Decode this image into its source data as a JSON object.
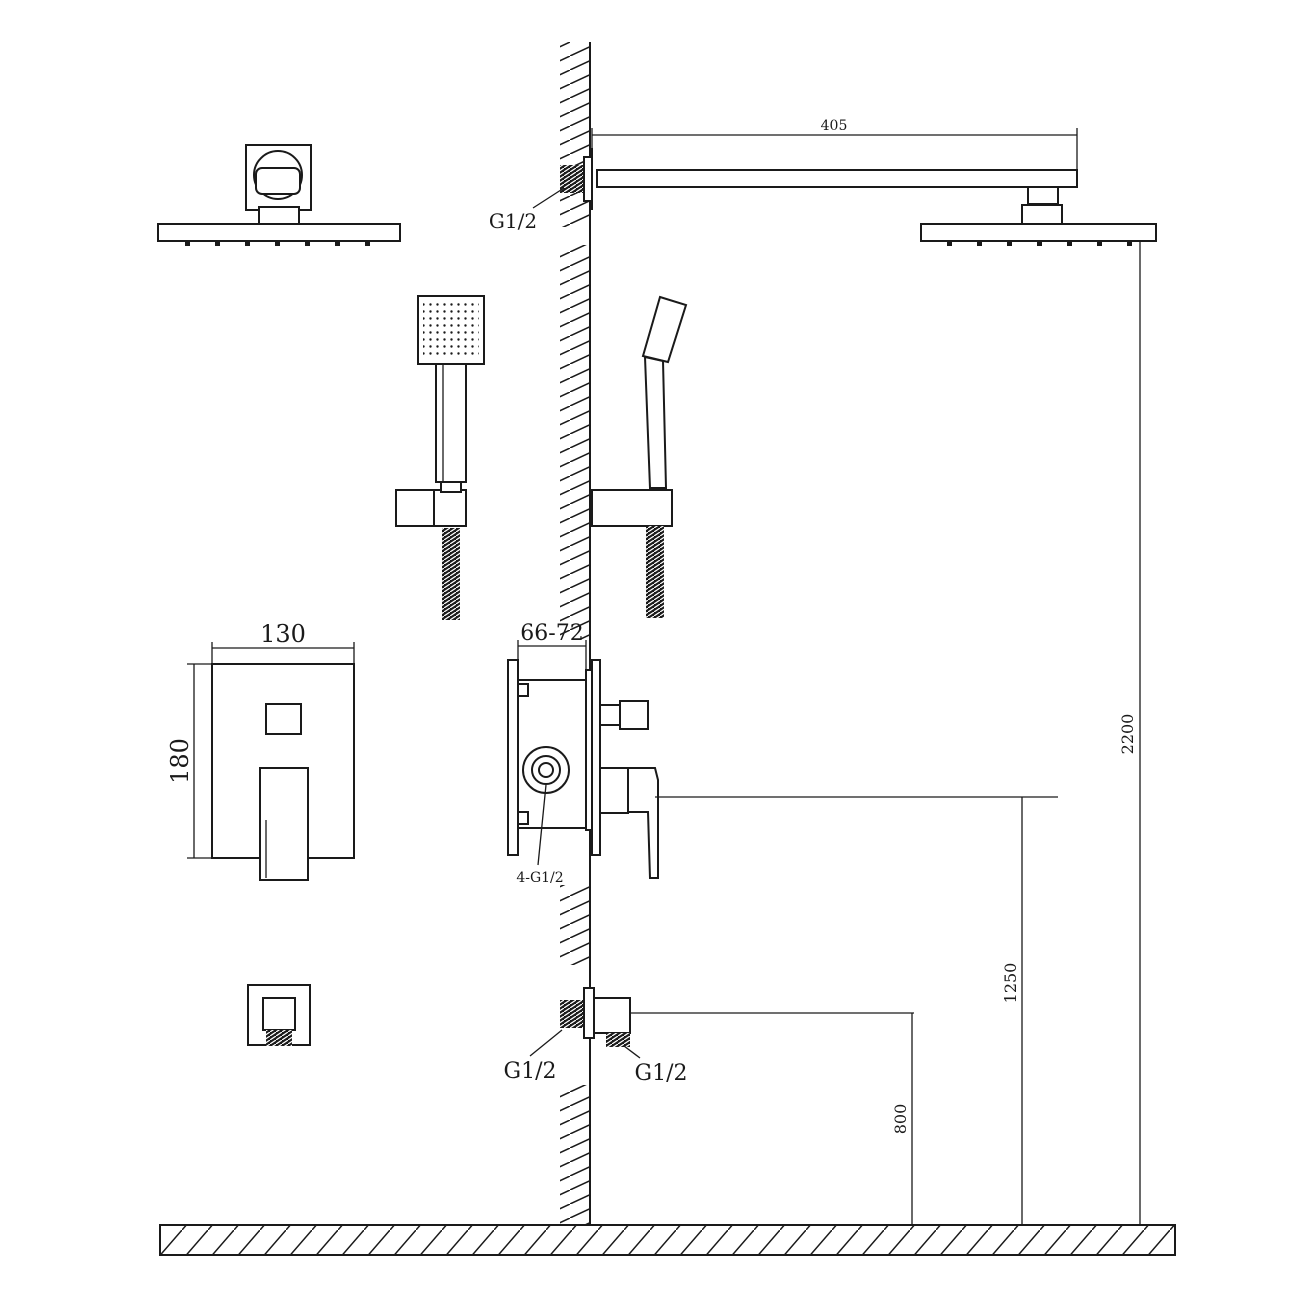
{
  "labels": {
    "arm_length": "405",
    "plate_width": "130",
    "plate_height": "180",
    "wall_depth": "66-72",
    "valve_outlets": "4-G1/2",
    "total_height": "2200",
    "valve_height": "1250",
    "outlet_height": "800",
    "thread_top": "G1/2",
    "thread_bottom_left": "G1/2",
    "thread_bottom_right": "G1/2"
  }
}
